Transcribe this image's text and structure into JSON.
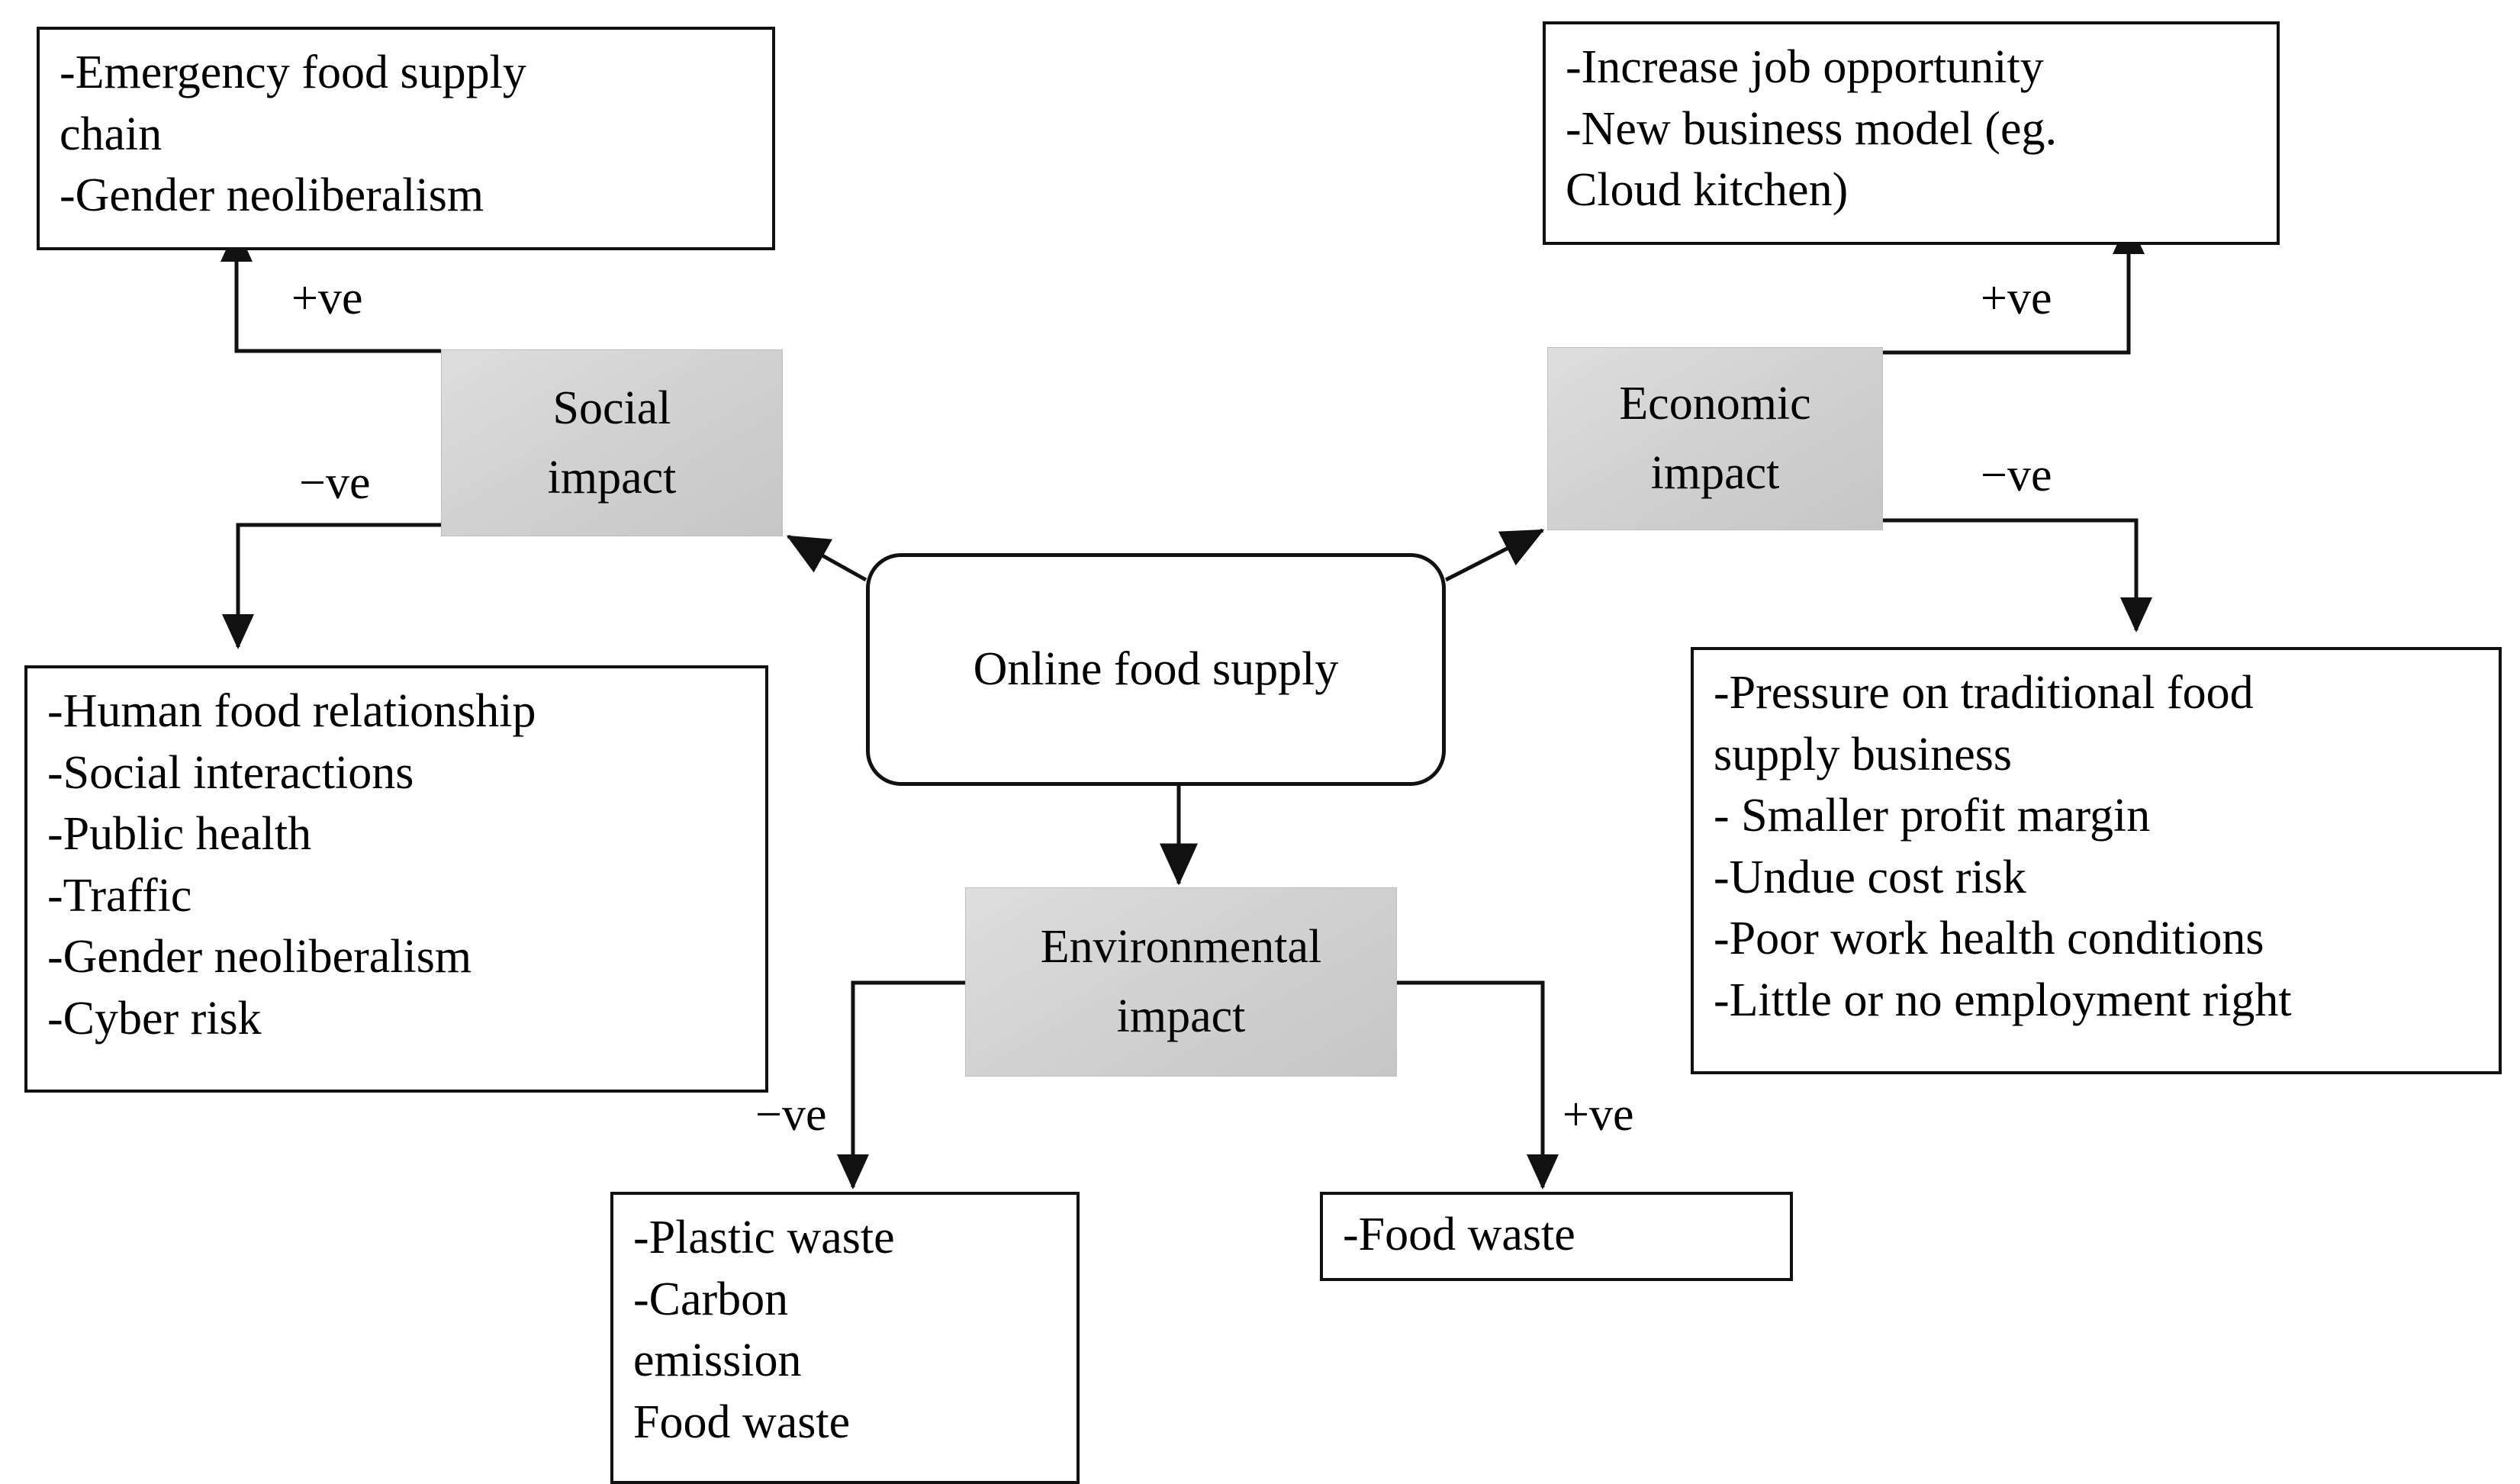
{
  "diagram": {
    "title": "Online food supply impact diagram",
    "colors": {
      "stroke": "#111111",
      "chip_fill_light": "#dedede",
      "chip_fill_dark": "#c6c6c6",
      "background": "#ffffff"
    }
  },
  "center": {
    "label": "Online food supply"
  },
  "branches": {
    "social": {
      "label_line1": "Social",
      "label_line2": "impact"
    },
    "economic": {
      "label_line1": "Economic",
      "label_line2": "impact"
    },
    "environmental": {
      "label_line1": "Environmental",
      "label_line2": "impact"
    }
  },
  "edge_labels": {
    "social_positive": "+ve",
    "social_negative": "−ve",
    "economic_positive": "+ve",
    "economic_negative": "−ve",
    "environmental_negative": "−ve",
    "environmental_positive": "+ve"
  },
  "outcomes": {
    "social_positive": {
      "lines": [
        "-Emergency food supply",
        "chain",
        "-Gender neoliberalism"
      ]
    },
    "social_negative": {
      "lines": [
        "-Human food relationship",
        "-Social interactions",
        "-Public health",
        "-Traffic",
        "-Gender neoliberalism",
        "-Cyber risk"
      ]
    },
    "economic_positive": {
      "lines": [
        "-Increase job opportunity",
        "-New business model (eg.",
        "Cloud kitchen)"
      ]
    },
    "economic_negative": {
      "lines": [
        "-Pressure on traditional food",
        "supply business",
        "- Smaller profit margin",
        "-Undue cost risk",
        "-Poor work health conditions",
        "-Little or no employment right"
      ]
    },
    "environmental_negative": {
      "lines": [
        "-Plastic waste",
        "-Carbon",
        "emission",
        "Food waste"
      ]
    },
    "environmental_positive": {
      "lines": [
        "-Food waste"
      ]
    }
  }
}
